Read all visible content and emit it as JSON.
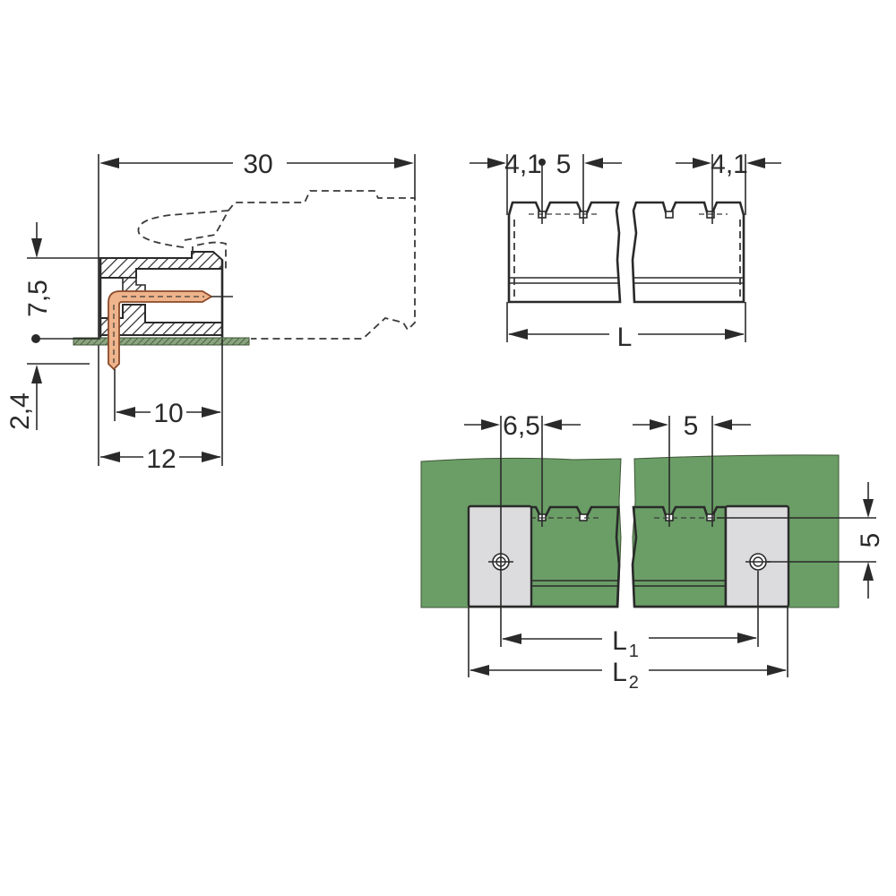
{
  "drawing": {
    "title": "PCB header connector dimension drawing",
    "colors": {
      "pcb_green": "#6a9e66",
      "pcb_side_hatch": "#5f7a55",
      "flange_gray": "#dcdcde",
      "pin_copper": "#efb48c",
      "pin_outline": "#8b4a2a",
      "line": "#2a2a2a"
    },
    "side_view": {
      "dimensions": {
        "overall_length": "30",
        "height": "7,5",
        "pin_below_board": "2,4",
        "pin_to_back": "10",
        "body_depth": "12"
      }
    },
    "top_view": {
      "dimensions": {
        "edge_to_first_pin_left": "4,1",
        "pitch": "5",
        "edge_to_last_pin_right": "4,1",
        "total_length": "L"
      }
    },
    "flange_view": {
      "dimensions": {
        "flange_to_first_pin": "6,5",
        "pitch": "5",
        "screw_offset": "5",
        "screw_spacing_label": "L",
        "screw_spacing_sub": "1",
        "total_length_label": "L",
        "total_length_sub": "2"
      }
    }
  }
}
